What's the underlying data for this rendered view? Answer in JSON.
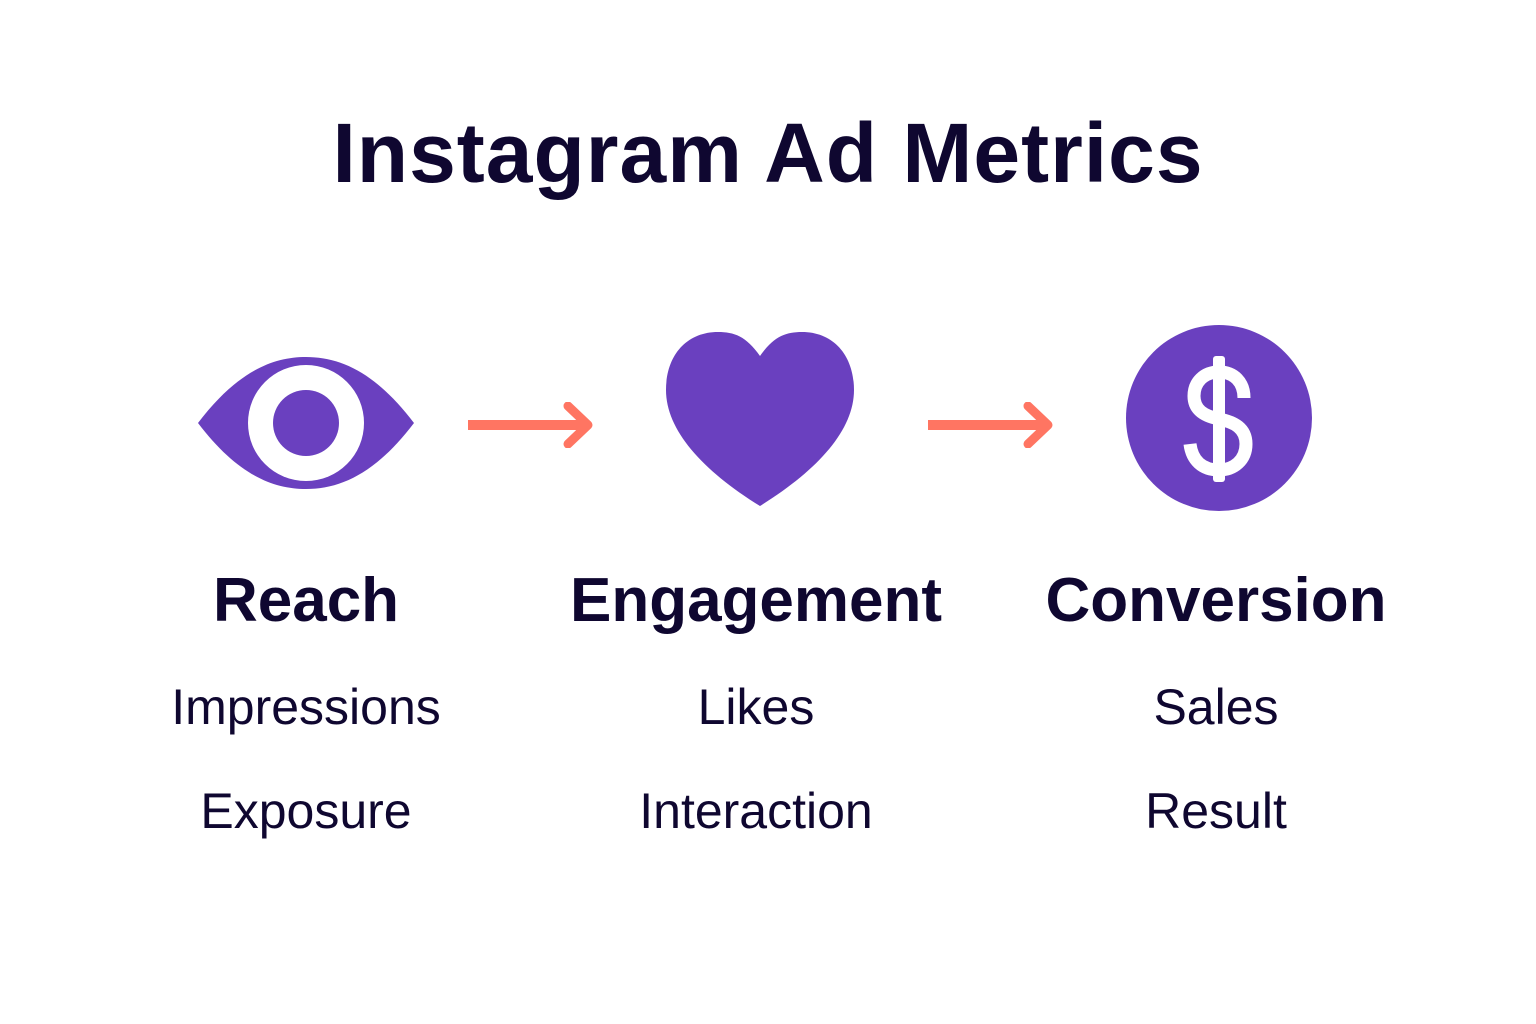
{
  "title": "Instagram Ad Metrics",
  "colors": {
    "icon": "#6a40bf",
    "arrow": "#ff7562",
    "text": "#0f0730",
    "background": "#ffffff"
  },
  "stages": [
    {
      "icon": "eye-icon",
      "heading": "Reach",
      "items": [
        "Impressions",
        "Exposure"
      ]
    },
    {
      "icon": "heart-icon",
      "heading": "Engagement",
      "items": [
        "Likes",
        "Interaction"
      ]
    },
    {
      "icon": "dollar-circle-icon",
      "heading": "Conversion",
      "items": [
        "Sales",
        "Result"
      ]
    }
  ],
  "connectors": [
    "arrow-right",
    "arrow-right"
  ]
}
